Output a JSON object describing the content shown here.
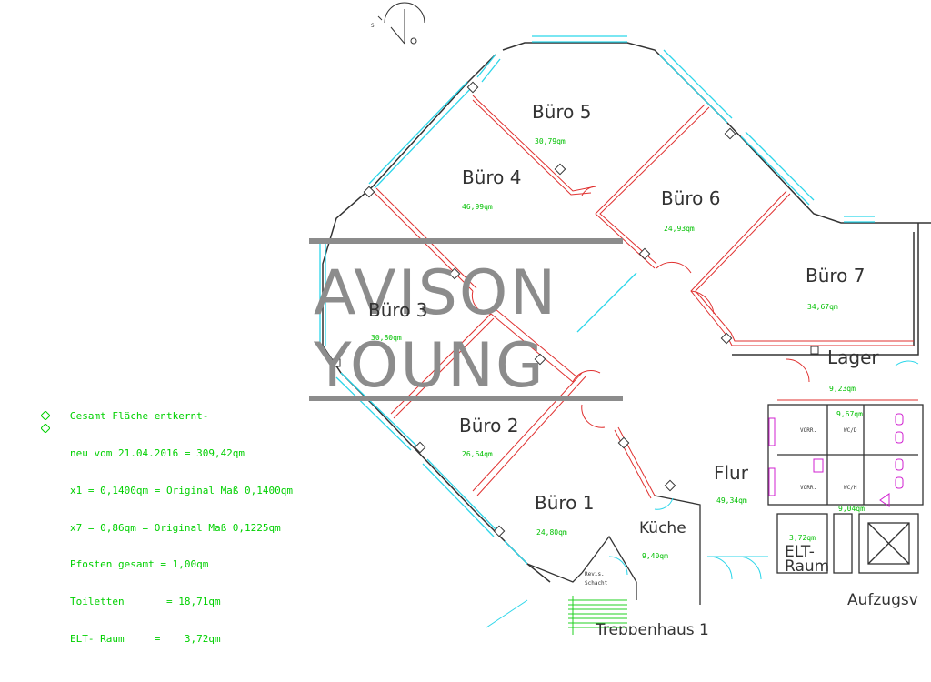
{
  "rooms": {
    "buero1": {
      "name": "Büro 1",
      "area": "24,80qm"
    },
    "buero2": {
      "name": "Büro 2",
      "area": "26,64qm"
    },
    "buero3": {
      "name": "Büro 3",
      "area": "30,80qm"
    },
    "buero4": {
      "name": "Büro 4",
      "area": "46,99qm"
    },
    "buero5": {
      "name": "Büro 5",
      "area": "30,79qm"
    },
    "buero6": {
      "name": "Büro 6",
      "area": "24,93qm"
    },
    "buero7": {
      "name": "Büro 7",
      "area": "34,67qm"
    },
    "lager": {
      "name": "Lager",
      "area": "9,23qm"
    },
    "flur": {
      "name": "Flur",
      "area": "49,34qm"
    },
    "kueche": {
      "name": "Küche",
      "area": "9,40qm"
    },
    "elt": {
      "name_line1": "ELT-",
      "name_line2": "Raum",
      "area": "3,72qm"
    },
    "wc_top": {
      "area": "9,67qm"
    },
    "wc_bottom": {
      "area": "9,04qm"
    },
    "revis": {
      "line1": "Revis.",
      "line2": "Schacht"
    },
    "treppenhaus": {
      "name": "Treppenhaus 1"
    },
    "aufzug": {
      "name": "Aufzugsv"
    }
  },
  "small_labels": {
    "vorr_top": "VORR.",
    "wc_d": "WC/D",
    "vorr_bottom": "VORR.",
    "wc_h": "WC/H"
  },
  "legend": {
    "line1": "Gesamt Fläche entkernt-",
    "line2": "neu vom 21.04.2016 = 309,42qm",
    "line3": "x1 = 0,1400qm = Original Maß 0,1400qm",
    "line4": "x7 = 0,86qm = Original Maß 0,1225qm",
    "line5": "Pfosten gesamt = 1,00qm",
    "line6": "Toiletten       = 18,71qm",
    "line7": "ELT- Raum     =    3,72qm"
  },
  "watermark": {
    "line1": "AVISON",
    "line2": "YOUNG"
  },
  "colors": {
    "wall": "#333333",
    "partition": "#e0302f",
    "window": "#2bd6ea",
    "text_green": "#00c000",
    "watermark": "#8c8c8c",
    "toilet_magenta": "#d020d0"
  }
}
